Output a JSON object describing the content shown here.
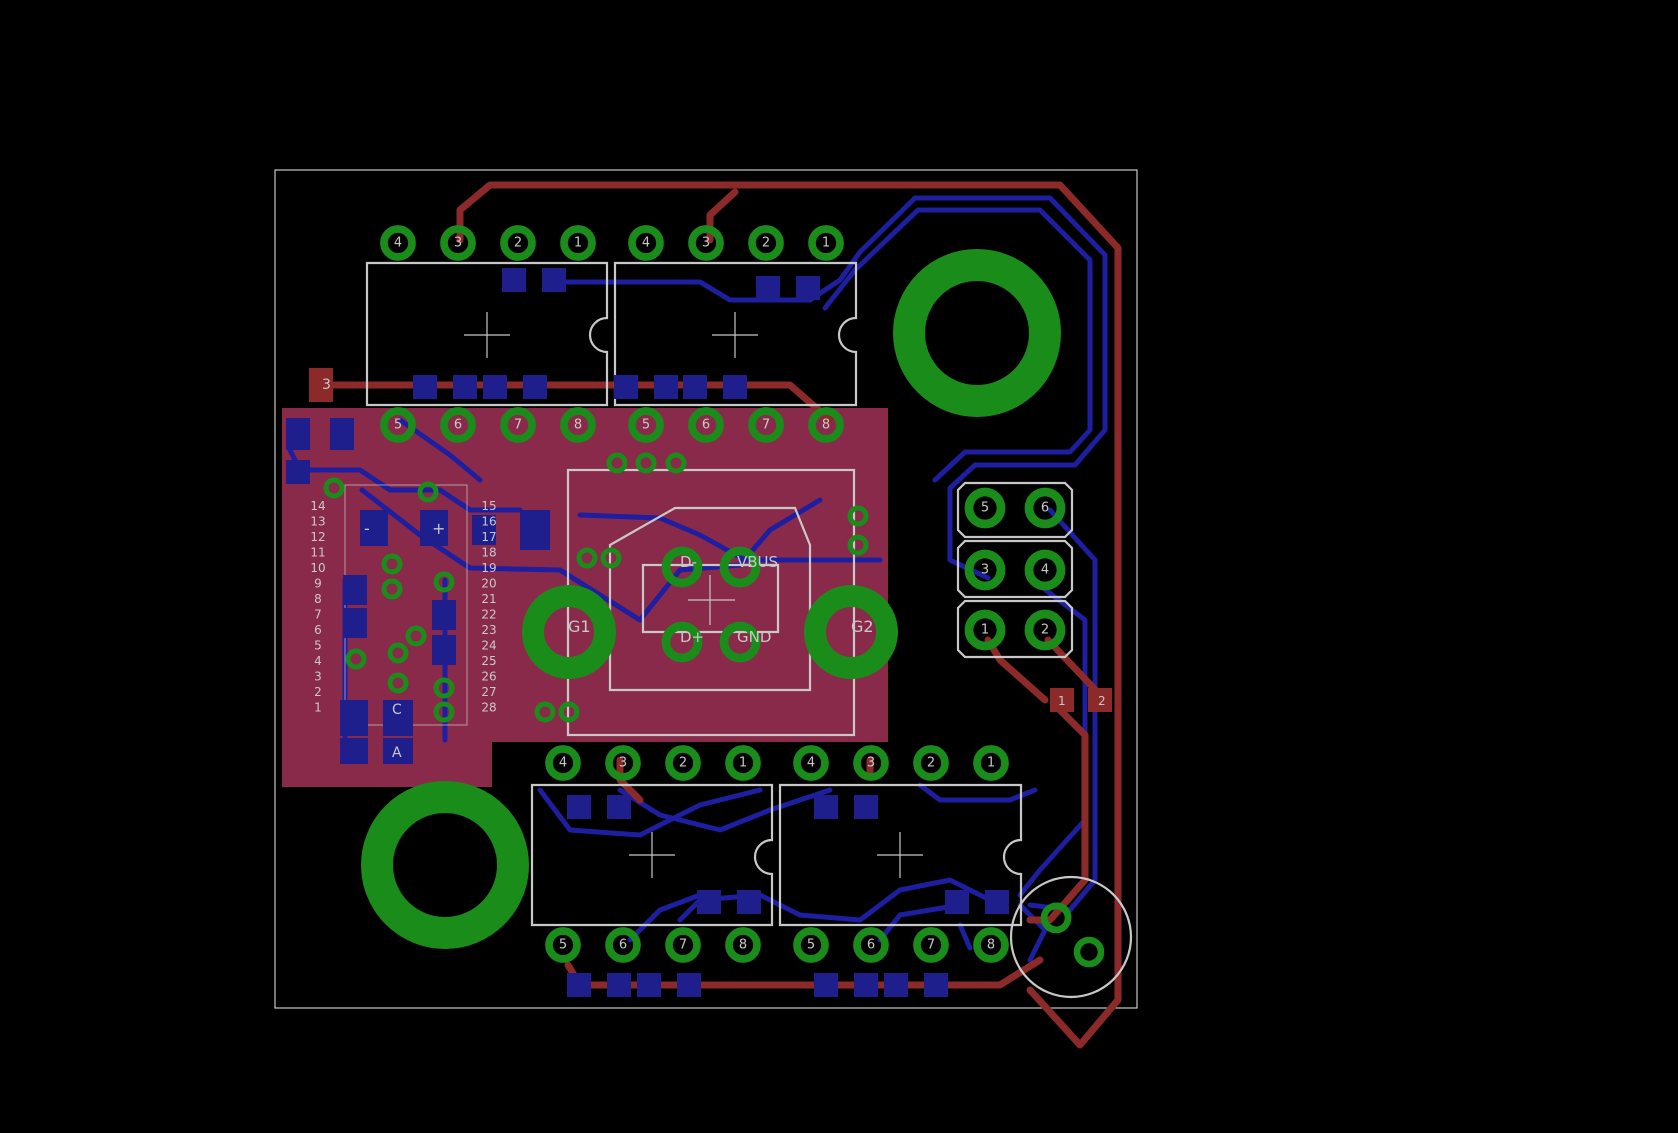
{
  "colors": {
    "background": "#000000",
    "top_copper": "#8c2a2a",
    "pour": "#8a2a4a",
    "bottom_copper": "#1e1ea0",
    "pads": "#1a8c1a",
    "silkscreen": "#c8c8c8",
    "smd": "#1e1e8c"
  },
  "header_pin_labels": [
    "5",
    "6",
    "3",
    "4",
    "1",
    "2"
  ],
  "chip_top_left": {
    "top": [
      "4",
      "3",
      "2",
      "1"
    ],
    "bottom": [
      "5",
      "6",
      "7",
      "8"
    ]
  },
  "chip_top_right": {
    "top": [
      "4",
      "3",
      "2",
      "1"
    ],
    "bottom": [
      "5",
      "6",
      "7",
      "8"
    ]
  },
  "chip_bottom_left": {
    "top": [
      "4",
      "3",
      "2",
      "1"
    ],
    "bottom": [
      "5",
      "6",
      "7",
      "8"
    ]
  },
  "chip_bottom_right": {
    "top": [
      "4",
      "3",
      "2",
      "1"
    ],
    "bottom": [
      "5",
      "6",
      "7",
      "8"
    ]
  },
  "usb": {
    "labels": [
      "D-",
      "VBUS",
      "D+",
      "GND",
      "G1",
      "G2"
    ]
  },
  "mcu_left_pins": [
    "14",
    "13",
    "12",
    "11",
    "10",
    "9",
    "8",
    "7",
    "6",
    "5",
    "4",
    "3",
    "2",
    "1"
  ],
  "mcu_right_pins": [
    "15",
    "16",
    "17",
    "18",
    "19",
    "20",
    "21",
    "22",
    "23",
    "24",
    "25",
    "26",
    "27",
    "28"
  ],
  "misc_labels": {
    "reg": "3",
    "minus": "-",
    "plus": "+",
    "c": "C",
    "a": "A",
    "p1": "1",
    "p2": "2"
  }
}
